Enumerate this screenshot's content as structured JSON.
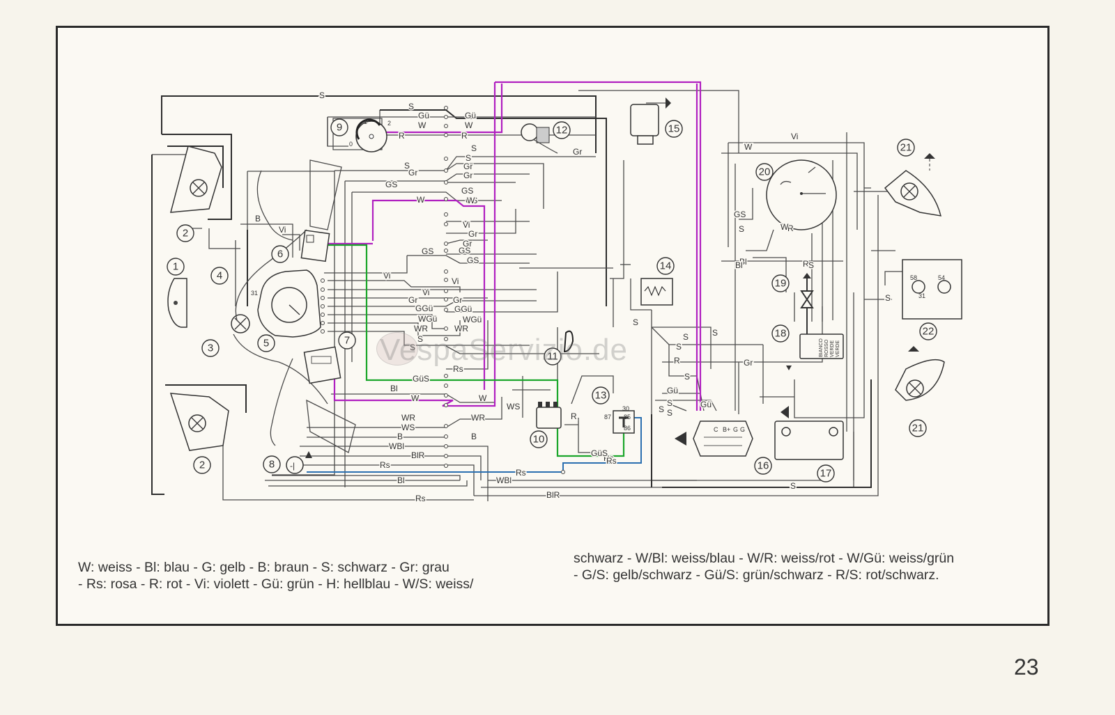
{
  "page": {
    "page_number": "23",
    "watermark": "VespaServizio.de"
  },
  "legend": {
    "left_line1": "W: weiss - Bl: blau - G: gelb - B: braun - S: schwarz - Gr: grau",
    "left_line2": "- Rs: rosa - R: rot - Vi: violett - Gü: grün - H: hellblau - W/S: weiss/",
    "right_line1": "schwarz - W/Bl: weiss/blau - W/R: weiss/rot - W/Gü: weiss/grün",
    "right_line2": "- G/S: gelb/schwarz - Gü/S: grün/schwarz - R/S: rot/schwarz."
  },
  "colors": {
    "wire_magenta": "#b01fc0",
    "wire_green": "#1aa62a",
    "wire_blue": "#2a6fb0",
    "wire_black": "#2d2d2d"
  },
  "components": [
    {
      "id": "1",
      "kind": "horn"
    },
    {
      "id": "2",
      "kind": "front-indicator"
    },
    {
      "id": "2b",
      "label": "2",
      "kind": "front-indicator"
    },
    {
      "id": "3",
      "kind": "headlamp"
    },
    {
      "id": "4",
      "kind": "lamp"
    },
    {
      "id": "5",
      "kind": "instrument-cluster"
    },
    {
      "id": "6",
      "kind": "switch"
    },
    {
      "id": "7",
      "kind": "light-switch"
    },
    {
      "id": "8",
      "kind": "brake-switch"
    },
    {
      "id": "9",
      "kind": "ignition-switch"
    },
    {
      "id": "10",
      "kind": "ignition-coil"
    },
    {
      "id": "11",
      "kind": "sensor"
    },
    {
      "id": "12",
      "kind": "sensor"
    },
    {
      "id": "13",
      "kind": "relay"
    },
    {
      "id": "14",
      "kind": "fuel-gauge-sender"
    },
    {
      "id": "15",
      "kind": "electric-unit"
    },
    {
      "id": "16",
      "kind": "regulator"
    },
    {
      "id": "17",
      "kind": "battery"
    },
    {
      "id": "18",
      "kind": "cdi-unit"
    },
    {
      "id": "19",
      "kind": "spark-plug"
    },
    {
      "id": "20",
      "kind": "stator"
    },
    {
      "id": "21",
      "kind": "rear-indicator"
    },
    {
      "id": "21b",
      "label": "21",
      "kind": "rear-indicator"
    },
    {
      "id": "22",
      "kind": "tail-light"
    }
  ],
  "labels": {
    "ign_pos_0": "0",
    "ign_pos_1": "1",
    "ign_pos_2": "2",
    "relay_30": "30",
    "relay_85": "85",
    "relay_86": "86",
    "relay_87": "87",
    "tail_58": "58",
    "tail_54": "54",
    "tail_31": "31",
    "lamp_31": "31",
    "reg_c": "C",
    "reg_b": "B+",
    "reg_g1": "G",
    "reg_g2": "G",
    "cdi_bianco": "BIANCO",
    "cdi_rosso": "ROSSO",
    "cdi_verde1": "VERDE",
    "cdi_verde2": "VERDE"
  },
  "wire_labels": [
    "S",
    "S",
    "Gü",
    "Gü",
    "W",
    "W",
    "R",
    "R",
    "S",
    "S",
    "S",
    "Gr",
    "Gr",
    "Gr",
    "GS",
    "GS",
    "GS",
    "W",
    "W",
    "B",
    "Vi",
    "Vi",
    "Gr",
    "Gr",
    "GS",
    "GS",
    "GS",
    "Vi",
    "Vi",
    "Vi",
    "Gr",
    "Gr",
    "GGü",
    "GGü",
    "WGü",
    "WGü",
    "WR",
    "WR",
    "S",
    "S",
    "Rs",
    "GüS",
    "Bl",
    "W",
    "W",
    "WS",
    "WR",
    "WR",
    "WS",
    "B",
    "B",
    "WBl",
    "BlR",
    "Rs",
    "Rs",
    "Bl",
    "WBl",
    "BlR",
    "Rs",
    "Rs",
    "R",
    "GüS",
    "Rs",
    "R",
    "W",
    "Gr",
    "Vi",
    "GS",
    "S",
    "Bl",
    "W",
    "R",
    "Gü",
    "Bl",
    "S",
    "S",
    "S",
    "S",
    "R",
    "S",
    "Gü",
    "S",
    "S",
    "Gr",
    "S",
    "S",
    "S",
    "Bl",
    "S",
    "Bl"
  ]
}
